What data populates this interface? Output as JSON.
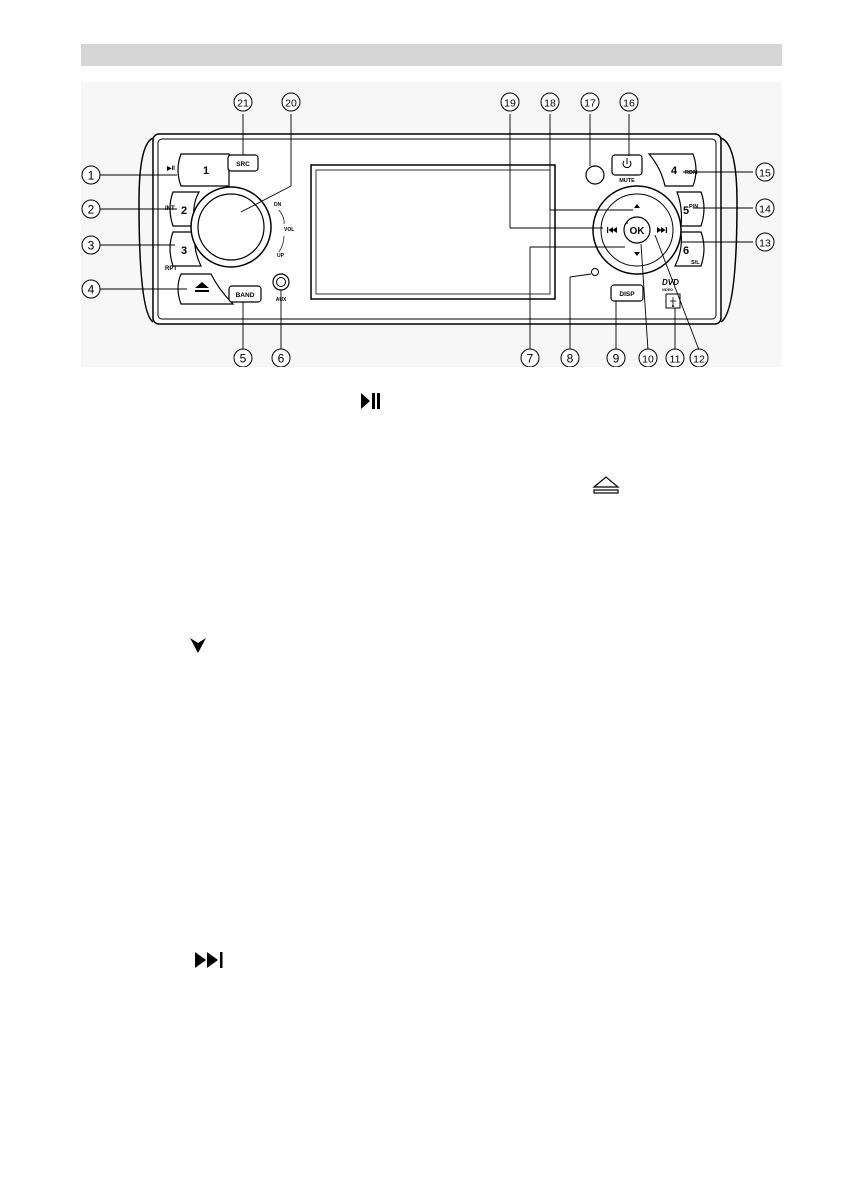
{
  "callouts": [
    "1",
    "2",
    "3",
    "4",
    "5",
    "6",
    "7",
    "8",
    "9",
    "10",
    "11",
    "12",
    "13",
    "14",
    "15",
    "16",
    "17",
    "18",
    "19",
    "20",
    "21"
  ],
  "buttons": {
    "preset1": "1",
    "preset2": "2",
    "preset3": "3",
    "preset4": "4",
    "preset5": "5",
    "preset6": "6",
    "src": "SRC",
    "band": "BAND",
    "disp": "DISP",
    "ok": "OK"
  },
  "small_labels": {
    "play_pause": "▶II",
    "int": "INT",
    "rpt": "RPT",
    "rdm": "RDM",
    "pn": "P/N",
    "sl": "S/L",
    "mute": "MUTE",
    "aux": "AUX",
    "vol": "VOL",
    "dn": "DN",
    "up": "UP",
    "dvd": "DVD",
    "video": "VIDEO"
  },
  "icons": [
    "play-pause-icon",
    "eject-icon",
    "down-arrow-icon",
    "next-track-icon",
    "power-icon"
  ]
}
